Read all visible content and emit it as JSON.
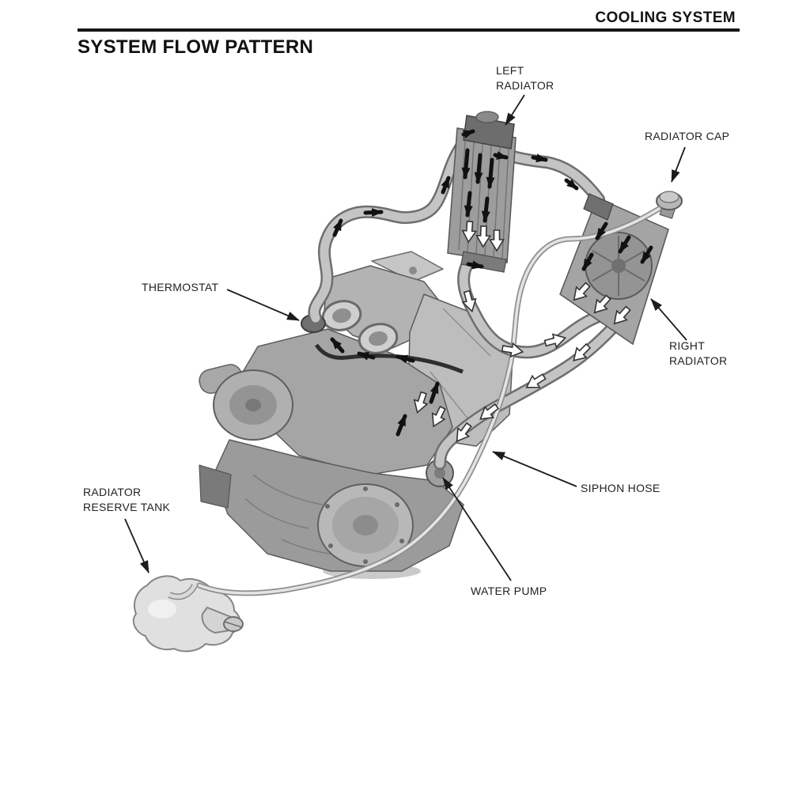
{
  "page": {
    "section_header": "COOLING SYSTEM",
    "title": "SYSTEM FLOW PATTERN"
  },
  "callouts": {
    "left_radiator": "LEFT\nRADIATOR",
    "radiator_cap": "RADIATOR CAP",
    "thermostat": "THERMOSTAT",
    "right_radiator": "RIGHT\nRADIATOR",
    "siphon_hose": "SIPHON HOSE",
    "water_pump": "WATER PUMP",
    "radiator_reserve_tank": "RADIATOR\nRESERVE TANK"
  },
  "colors": {
    "ink": "#161616",
    "label_text": "#222222",
    "flow_arrow": "#111111",
    "hose_outline": "#6e6e6e",
    "hose_fill": "#c4c4c4",
    "metal_light": "#c0c0c0",
    "metal_mid": "#a2a2a2",
    "metal_dark": "#6f6f6f",
    "background": "#ffffff"
  }
}
